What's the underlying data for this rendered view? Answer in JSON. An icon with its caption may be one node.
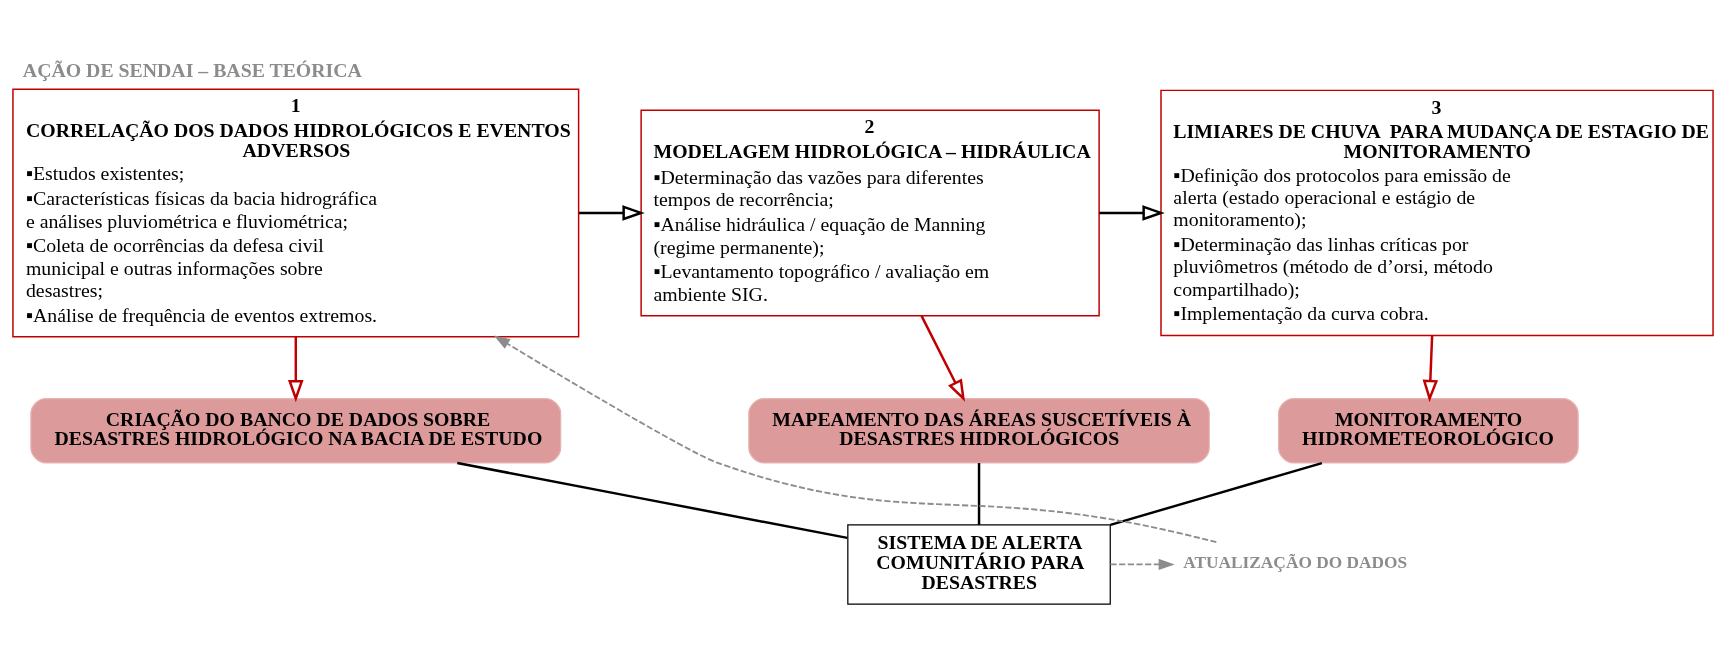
{
  "diagram": {
    "title": "AÇÃO DE SENDAI – BASE TEÓRICA",
    "nodes": [
      {
        "text": [
          "1",
          "CORRELAÇÃO DOS DADOS HIDROLÓGICOS E EVENTOS ADVERSOS",
          "▪Estudos existentes;",
          "▪Características físicas da bacia hidrográfica e análises pluviométrica e fluviométrica;",
          "▪Coleta de ocorrências da defesa civil municipal e outras informações sobre desastres;",
          "▪Análise de frequência de eventos extremos."
        ]
      },
      {
        "text": [
          "2",
          "MODELAGEM HIDROLÓGICA – HIDRÁULICA",
          "▪Determinação das vazões para diferentes tempos de recorrência;",
          "▪Análise hidráulica / equação de Manning (regime permanente);",
          "▪Levantamento topográfico / avaliação em ambiente SIG."
        ]
      },
      {
        "text": [
          "3",
          "LIMIARES DE CHUVA  PARA MUDANÇA DE ESTAGIO DE MONITORAMENTO",
          "▪Definição dos protocolos para emissão de alerta (estado operacional e estágio de monitoramento);",
          "▪Determinação das linhas críticas por pluviômetros (método de d’orsi, método compartilhado);",
          "▪Implementação da curva cobra."
        ]
      },
      {
        "text": [
          "CRIAÇÃO DO BANCO DE DADOS SOBRE DESASTRES HIDROLÓGICO NA BACIA DE ESTUDO"
        ]
      },
      {
        "text": [
          "MAPEAMENTO DAS ÁREAS SUSCETÍVEIS À DESASTRES HIDROLÓGICOS"
        ]
      },
      {
        "text": [
          "MONITORAMENTO HIDROMETEOROLÓGICO"
        ]
      },
      {
        "text": [
          "SISTEMA DE ALERTA COMUNITÁRIO PARA DESASTRES"
        ]
      },
      {
        "text": [
          "ATUALIZAÇÃO DO DADOS"
        ]
      }
    ],
    "edges": [
      {
        "from": 0,
        "to": 1,
        "arrow": "to"
      },
      {
        "from": 1,
        "to": 2,
        "arrow": "to"
      },
      {
        "from": 0,
        "to": 3,
        "arrow": "to",
        "color": "#c00000"
      },
      {
        "from": 1,
        "to": 4,
        "arrow": "to",
        "color": "#c00000"
      },
      {
        "from": 2,
        "to": 5,
        "arrow": "to",
        "color": "#c00000"
      },
      {
        "from": 3,
        "to": 6,
        "arrow": "none"
      },
      {
        "from": 4,
        "to": 6,
        "arrow": "none"
      },
      {
        "from": 5,
        "to": 6,
        "arrow": "none"
      },
      {
        "from": 6,
        "to": 7,
        "arrow": "to",
        "style": "dashed",
        "color": "#8c8c8c"
      },
      {
        "from": 7,
        "to": 0,
        "arrow": "to",
        "style": "dashed",
        "color": "#8c8c8c"
      }
    ]
  }
}
